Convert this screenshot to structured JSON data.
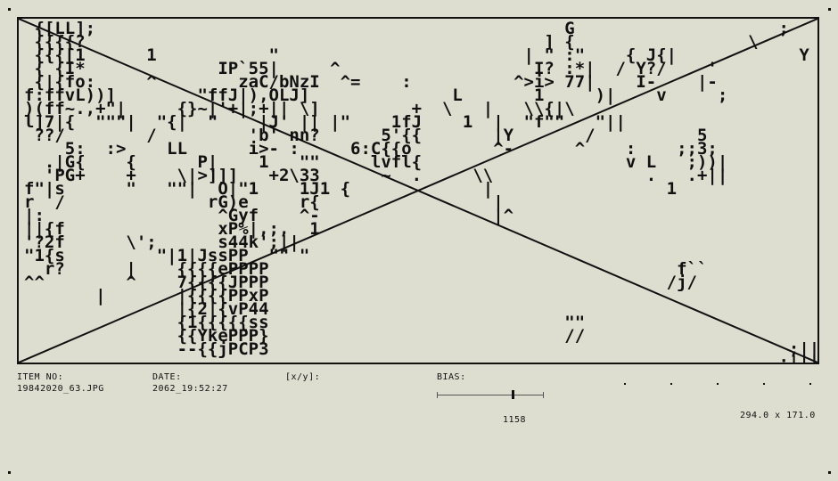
{
  "panel": {
    "art_lines": [
      " {[LL];                                              G                    ;     ;",
      " {{{{?                                             ] {                 \\        \\~",
      " {{{[1      1           \"                        | \" :\"    { J{|            Y",
      " { {I*             IP`55|     ^                   I? :*|  / Y?/    '",
      " {|{fo:     ^        zaC/bNzI  ^=    :          ^>i> 77|    I-    |-           ^",
      "f:ffvL))]        \"ffJ|),OLJ]              L       1     )|    v     ;           ]",
      ")(ff~.,+\"|     {}~|'+|;+|| \\]         +  \\   |   \\\\{|\\                        |",
      "l]7|{  \"\"\"|  \"{|  \"    |J' || |\"    1fJ    1  |  \"f\"\"   \"||",
      " ??/        /         'b' nn?      5'{{       |Y       /          5",
      "    5:  :>    LL      i>- :     6:C{{o        ^-      ^    :    ;;3;",
      "  .|G{    {      P|    1   \"\"     lvfl{                    v L   ;))|",
      "  'PG+    +    \\|>]]]   +2\\33      ~  .     \\\\               .   .+||",
      "f\"|s      \"   \"\"|  O|\"1    1J1 {             |                 1",
      "r  /              rG)e     r{                 |",
      "|:                 ^Gyf    ^-                 |^",
      "||{f               xP%|,;,  1",
      "'?2f      \\';      s44k';||",
      "\"1{s         \"|1|JssPP  \"\" \"",
      "  r?      |    {{{{ePPPP                                        f``               r?",
      "^^        ^    7{{{{JPPP                                       /j/                l:",
      "       |       |{{{{PPxP",
      "               |{2|{vP44",
      "               {1{{{{{ss                             \"\"",
      "               {{YkePPP}                             //",
      "               --{{jPCP3                                                   ;|||",
      "                                                                          :||||"
    ]
  },
  "meta": {
    "item_label": "ITEM NO:",
    "item_value": "19842020_63.JPG",
    "date_label": "DATE:",
    "date_value": "2062_19:52:27",
    "xy_label": "[x/y]:",
    "bias_label": "BIAS:",
    "bias_value": "1158",
    "bias_fraction": 0.72,
    "dimensions": "294.0 x 171.0"
  },
  "colors": {
    "background": "#deded0",
    "ink": "#111111"
  }
}
